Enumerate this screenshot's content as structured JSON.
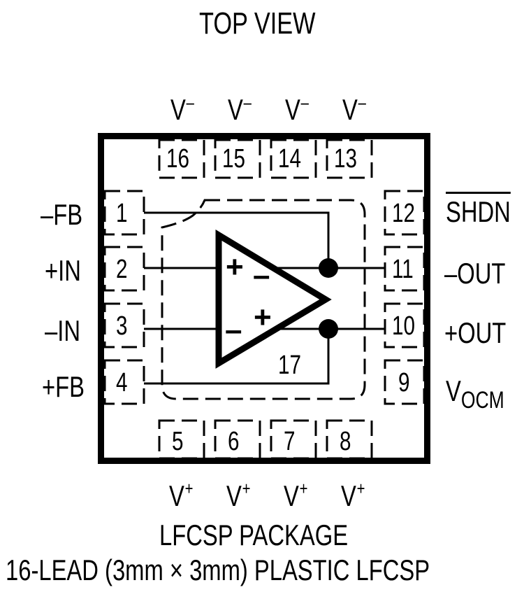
{
  "header": {
    "title": "TOP VIEW"
  },
  "package": {
    "name_line1": "LFCSP PACKAGE",
    "name_line2": "16-LEAD (3mm × 3mm) PLASTIC LFCSP"
  },
  "pins": {
    "top": [
      {
        "number": "16",
        "label": "V",
        "sup": "–"
      },
      {
        "number": "15",
        "label": "V",
        "sup": "–"
      },
      {
        "number": "14",
        "label": "V",
        "sup": "–"
      },
      {
        "number": "13",
        "label": "V",
        "sup": "–"
      }
    ],
    "left": [
      {
        "number": "1",
        "label": "–FB"
      },
      {
        "number": "2",
        "label": "+IN"
      },
      {
        "number": "3",
        "label": "–IN"
      },
      {
        "number": "4",
        "label": "+FB"
      }
    ],
    "right": [
      {
        "number": "12",
        "label": "SHDN",
        "overline": true
      },
      {
        "number": "11",
        "label": "–OUT"
      },
      {
        "number": "10",
        "label": "+OUT"
      },
      {
        "number": "9",
        "label": "V",
        "sub": "OCM"
      }
    ],
    "bottom": [
      {
        "number": "5",
        "label": "V",
        "sup": "+"
      },
      {
        "number": "6",
        "label": "V",
        "sup": "+"
      },
      {
        "number": "7",
        "label": "V",
        "sup": "+"
      },
      {
        "number": "8",
        "label": "V",
        "sup": "+"
      }
    ],
    "exposed_pad": {
      "number": "17"
    }
  },
  "amplifier": {
    "top_input_sign": "+",
    "bottom_input_sign": "–",
    "top_output_sign": "–",
    "bottom_output_sign": "+"
  },
  "colors": {
    "line": "#000000",
    "background": "#ffffff"
  }
}
